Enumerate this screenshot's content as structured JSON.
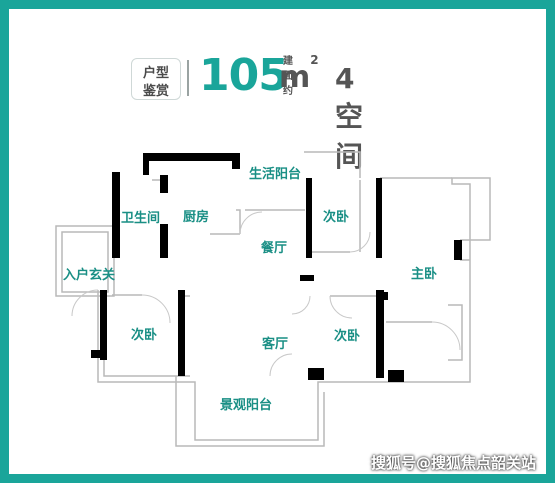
{
  "header": {
    "tag_line1": "户型",
    "tag_line2": "鉴赏",
    "area_value": "105",
    "area_note": "建面约",
    "area_unit": "m",
    "unit_sup": "2",
    "room_count": "4空间"
  },
  "rooms": {
    "balcony_life": "生活阳台",
    "bathroom": "卫生间",
    "kitchen": "厨房",
    "bedroom_top": "次卧",
    "dining": "餐厅",
    "master": "主卧",
    "entrance": "入户玄关",
    "bedroom_left": "次卧",
    "living": "客厅",
    "bedroom_mid": "次卧",
    "balcony_view": "景观阳台"
  },
  "watermark": "搜狐号@搜狐焦点韶关站",
  "colors": {
    "accent": "#1aa59a",
    "wall": "#000000",
    "outline": "#b9b9b9"
  }
}
